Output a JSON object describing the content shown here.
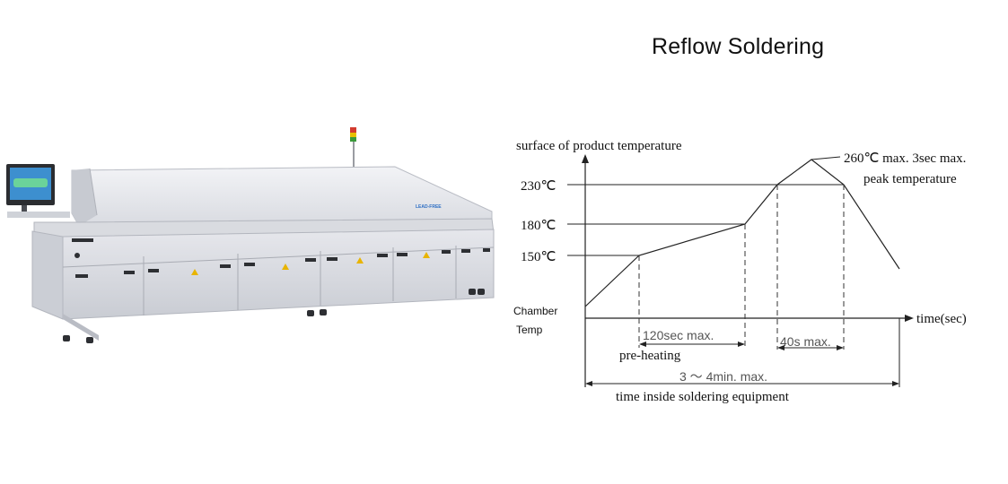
{
  "title": "Reflow Soldering",
  "machine": {
    "label": "LEAD-FREE",
    "accent_color": "#2e6fc4",
    "warning_color": "#e8b400"
  },
  "profile": {
    "y_axis_label": "surface of product temperature",
    "x_axis_label": "time(sec)",
    "ticks": [
      "230℃",
      "180℃",
      "150℃"
    ],
    "chamber_label_1": "Chamber",
    "chamber_label_2": "Temp",
    "peak_label_1": "260℃ max. 3sec max.",
    "peak_label_2": "peak temperature",
    "preheat_time": "120sec max.",
    "preheat_label": "pre-heating",
    "peak_time": "40s max.",
    "total_time": "3 ～ 4min. max.",
    "total_label": "time inside soldering equipment"
  }
}
